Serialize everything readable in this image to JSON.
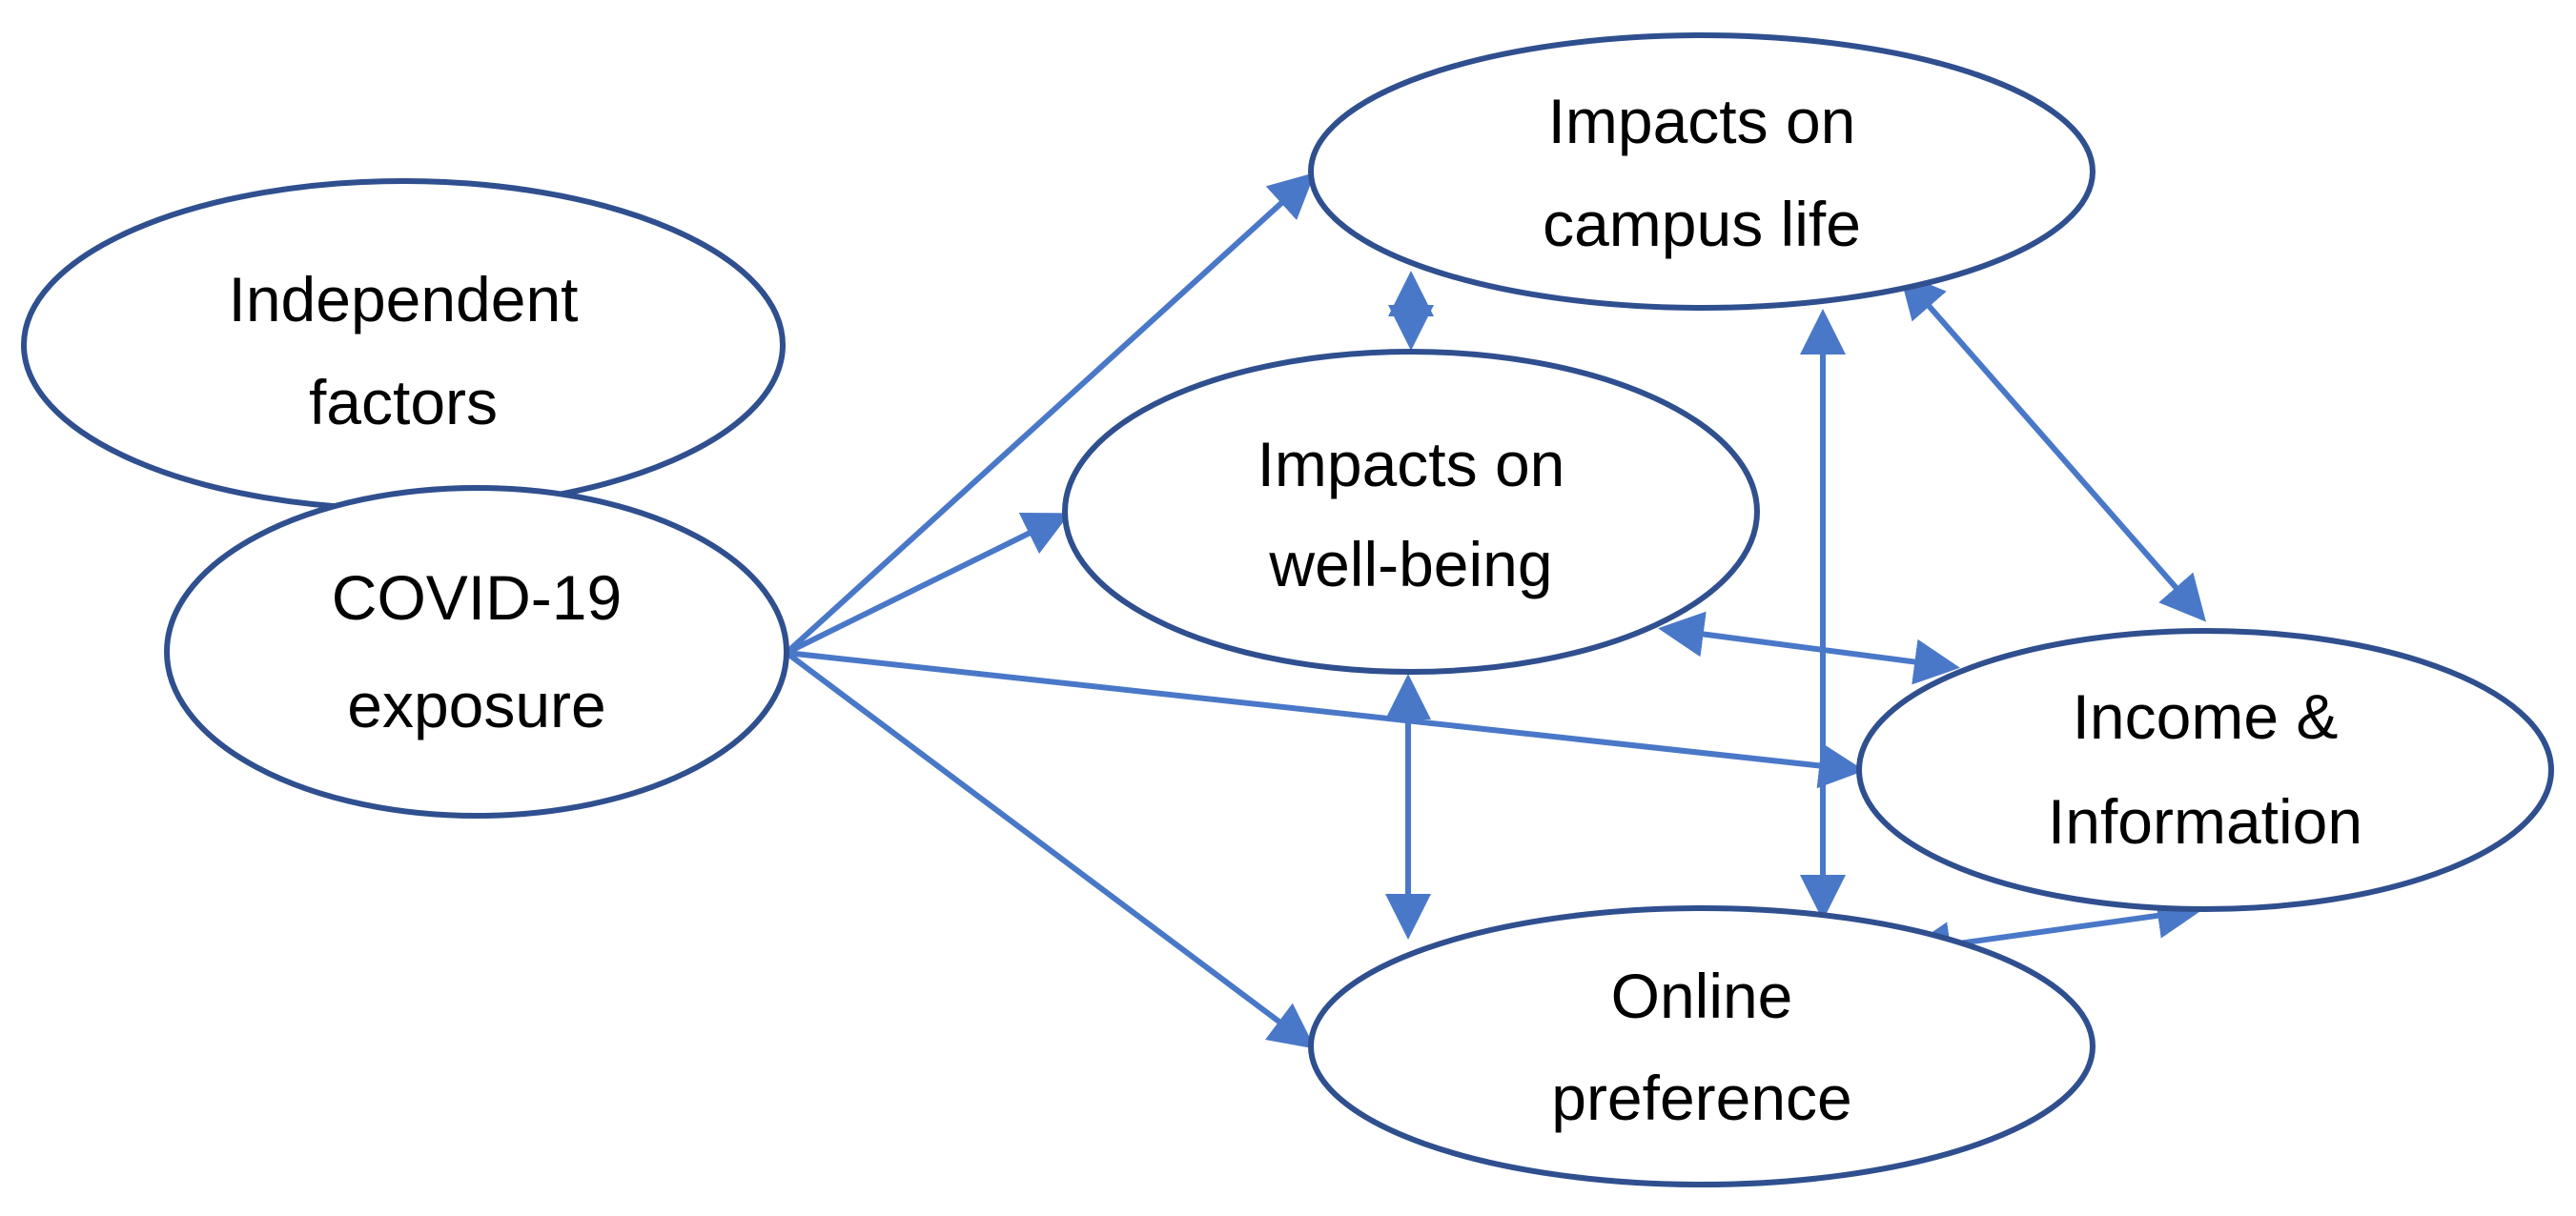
{
  "diagram": {
    "nodes": [
      {
        "id": "independent_factors",
        "lines": [
          "Independent",
          "factors"
        ]
      },
      {
        "id": "covid_exposure",
        "lines": [
          "COVID-19",
          "exposure"
        ]
      },
      {
        "id": "impacts_campus_life",
        "lines": [
          "Impacts on",
          "campus life"
        ]
      },
      {
        "id": "impacts_well_being",
        "lines": [
          "Impacts on",
          "well-being"
        ]
      },
      {
        "id": "income_information",
        "lines": [
          "Income &",
          "Information"
        ]
      },
      {
        "id": "online_preference",
        "lines": [
          "Online",
          "preference"
        ]
      }
    ],
    "edges": [
      {
        "from": "covid_exposure",
        "to": "impacts_campus_life",
        "direction": "one-way"
      },
      {
        "from": "covid_exposure",
        "to": "impacts_well_being",
        "direction": "one-way"
      },
      {
        "from": "covid_exposure",
        "to": "income_information",
        "direction": "one-way"
      },
      {
        "from": "covid_exposure",
        "to": "online_preference",
        "direction": "one-way"
      },
      {
        "from": "impacts_campus_life",
        "to": "impacts_well_being",
        "direction": "two-way"
      },
      {
        "from": "impacts_campus_life",
        "to": "online_preference",
        "direction": "two-way"
      },
      {
        "from": "impacts_campus_life",
        "to": "income_information",
        "direction": "two-way"
      },
      {
        "from": "impacts_well_being",
        "to": "income_information",
        "direction": "two-way"
      },
      {
        "from": "impacts_well_being",
        "to": "online_preference",
        "direction": "two-way"
      },
      {
        "from": "online_preference",
        "to": "income_information",
        "direction": "two-way"
      }
    ],
    "colors": {
      "node_stroke": "#2f4f8f",
      "edge": "#4a78c8",
      "text": "#000000"
    }
  }
}
